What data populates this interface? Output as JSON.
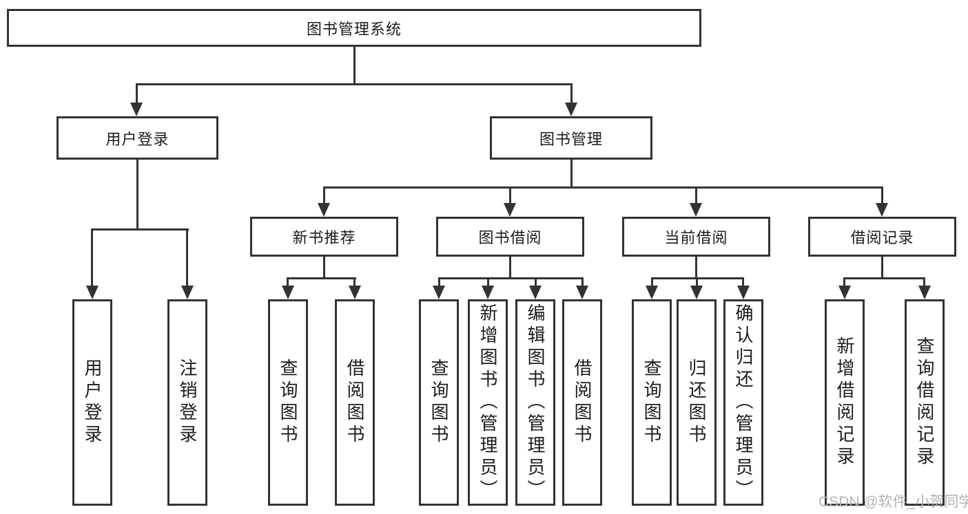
{
  "root": {
    "label": "图书管理系统"
  },
  "level2": [
    {
      "id": "user-login",
      "label": "用户登录"
    },
    {
      "id": "book-management",
      "label": "图书管理"
    }
  ],
  "level3": [
    {
      "id": "new-book-recommend",
      "label": "新书推荐"
    },
    {
      "id": "book-borrow",
      "label": "图书借阅"
    },
    {
      "id": "current-borrow",
      "label": "当前借阅"
    },
    {
      "id": "borrow-record",
      "label": "借阅记录"
    }
  ],
  "leaves": {
    "user": [
      {
        "label": "用户登录"
      },
      {
        "label": "注销登录"
      }
    ],
    "recommend": [
      {
        "label": "查询图书"
      },
      {
        "label": "借阅图书"
      }
    ],
    "borrow": [
      {
        "label": "查询图书"
      },
      {
        "label": "新增图书（管理员）"
      },
      {
        "label": "编辑图书（管理员）"
      },
      {
        "label": "借阅图书"
      }
    ],
    "current": [
      {
        "label": "查询图书"
      },
      {
        "label": "归还图书"
      },
      {
        "label": "确认归还（管理员）"
      }
    ],
    "record": [
      {
        "label": "新增借阅记录"
      },
      {
        "label": "查询借阅记录"
      }
    ]
  },
  "watermark": "CSDN @软件_小贺同学",
  "colors": {
    "line": "#333333",
    "text": "#1c1c1c",
    "watermark": "#b3b3b3"
  }
}
